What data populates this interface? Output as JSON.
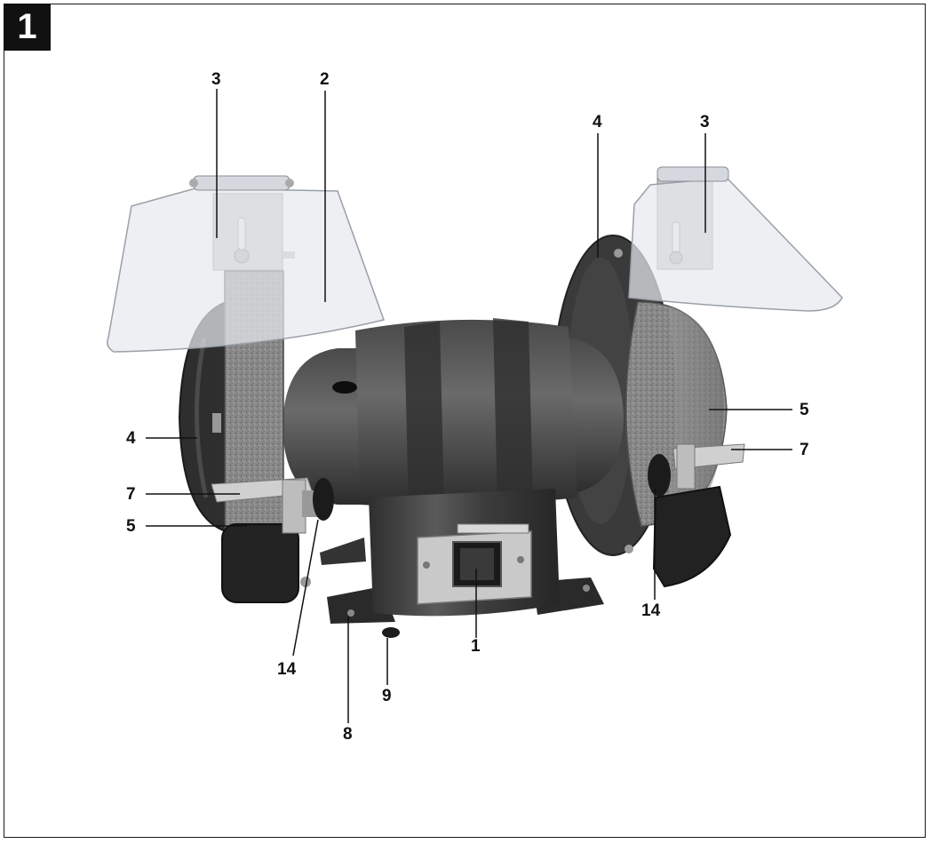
{
  "figure": {
    "number": "1"
  },
  "callouts": [
    {
      "id": "c3-left",
      "text": "3"
    },
    {
      "id": "c2",
      "text": "2"
    },
    {
      "id": "c4-right",
      "text": "4"
    },
    {
      "id": "c3-right",
      "text": "3"
    },
    {
      "id": "c4-left",
      "text": "4"
    },
    {
      "id": "c7-left",
      "text": "7"
    },
    {
      "id": "c5-left",
      "text": "5"
    },
    {
      "id": "c5-right",
      "text": "5"
    },
    {
      "id": "c7-right",
      "text": "7"
    },
    {
      "id": "c14-right",
      "text": "14"
    },
    {
      "id": "c14-left",
      "text": "14"
    },
    {
      "id": "c1",
      "text": "1"
    },
    {
      "id": "c9",
      "text": "9"
    },
    {
      "id": "c8",
      "text": "8"
    }
  ],
  "colors": {
    "body": "#3d3d3d",
    "body_highlight": "#6a6a6a",
    "wheel": "#8a8a8a",
    "guard": "#e8eaee",
    "bracket": "#c4c4c4",
    "line": "#111111"
  }
}
